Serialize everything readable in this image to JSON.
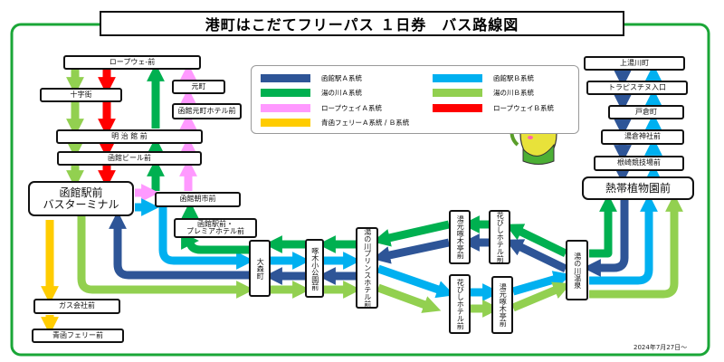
{
  "title": "港町はこだてフリーパス １日券　バス路線図",
  "date": "2024年7月27日〜",
  "colors": {
    "frame": "#1aa637",
    "hakodate_a": "#2e5597",
    "hakodate_b": "#00b0f0",
    "yunokawa_a": "#00b050",
    "yunokawa_b": "#92d050",
    "ropeway_a": "#ff99ff",
    "ropeway_b": "#ff0000",
    "seikan_ferry": "#ffcc00"
  },
  "legend": [
    {
      "label": "函館駅Ａ系統",
      "color": "#2e5597"
    },
    {
      "label": "函館駅Ｂ系統",
      "color": "#00b0f0"
    },
    {
      "label": "湯の川Ａ系統",
      "color": "#00b050"
    },
    {
      "label": "湯の川Ｂ系統",
      "color": "#92d050"
    },
    {
      "label": "ロープウェイＡ系統",
      "color": "#ff99ff"
    },
    {
      "label": "ロープウェイＢ系統",
      "color": "#ff0000"
    },
    {
      "label": "青函フェリーＡ系統 / Ｂ系統",
      "color": "#ffcc00"
    }
  ],
  "stops": {
    "ropeway": "ロープウェ-前",
    "jujigai": "十字街",
    "motomachi": "元町",
    "motomachi_hotel": "函館元町ホテル前",
    "meijikan": "明 治 館 前",
    "beer": "函館ビール前",
    "terminal": "函館駅前\nバスターミナル",
    "asaichi": "函館朝市前",
    "premier": "函館駅前・\nプレミアホテル前",
    "omoricho": "大森町",
    "gas": "ガス会社前",
    "ferry": "青函フェリー前",
    "takuboku_park": "啄木小公園前",
    "prince": "湯の川プリンスホテル前",
    "yumoto_top": "湯元啄木亭前",
    "hanabishi_top": "花びしホテル前",
    "hanabishi_bottom": "花びしホテル前",
    "yumoto_bottom": "湯元啄木亭前",
    "onsen": "湯の川温泉",
    "kamiyunokawa": "上湯川町",
    "trappistine": "トラピスチヌ入口",
    "tokura": "戸倉町",
    "yukura": "湯倉神社前",
    "nesaki": "根崎競技場前",
    "botanical": "熱帯植物園前"
  }
}
